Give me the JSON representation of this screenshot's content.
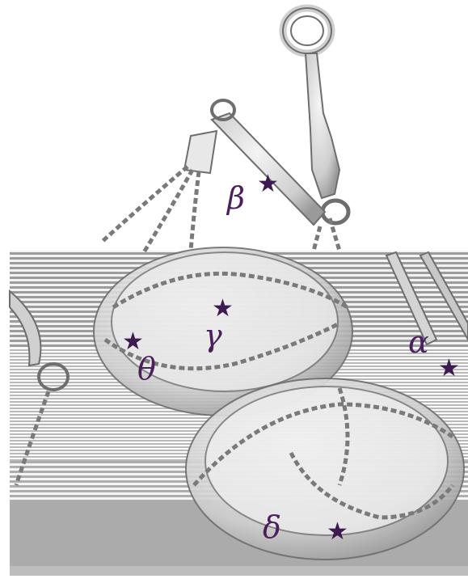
{
  "scene": {
    "description_icon": "hanging-scale-with-chains-illustration",
    "colors": {
      "label": "#4a1f5c",
      "star": "#3d1a4f",
      "sketch_stroke": "#6e6e6e",
      "sketch_fill": "#d8d8d8",
      "stripe_dark": "#8a8a8a",
      "stripe_light": "#f0f0f0"
    }
  },
  "labels": {
    "beta": "β",
    "gamma": "γ",
    "theta": "θ",
    "alpha": "α",
    "delta": "δ"
  },
  "markers": {
    "glyph": "★"
  }
}
